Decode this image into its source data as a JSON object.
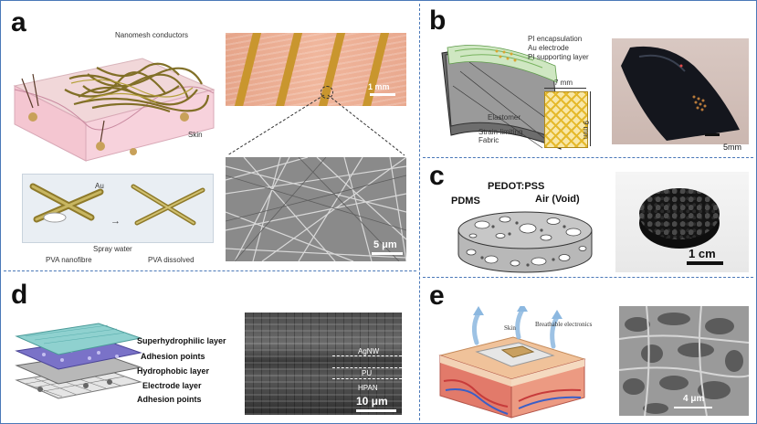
{
  "panels": {
    "a": {
      "letter": "a",
      "labels": {
        "nanomesh": "Nanomesh conductors",
        "skin": "Skin",
        "au": "Au",
        "pva_nanofibre": "PVA nanofibre",
        "spray_water": "Spray water",
        "pva_dissolved": "PVA dissolved"
      },
      "scale_top": "1 mm",
      "scale_bottom": "5 μm"
    },
    "b": {
      "letter": "b",
      "labels": {
        "pi_encapsulation": "PI encapsulation",
        "au_electrode": "Au electrode",
        "pi_supporting": "PI supporting layer",
        "elastomer": "Elastomer",
        "strain_limiting": "Strain-limiting",
        "fabric": "Fabric",
        "width": "7 mm",
        "height": "9 mm"
      },
      "scale": "5mm"
    },
    "c": {
      "letter": "c",
      "labels": {
        "pdms": "PDMS",
        "pedot": "PEDOT:PSS",
        "air": "Air (Void)"
      },
      "scale": "1 cm"
    },
    "d": {
      "letter": "d",
      "labels": {
        "superhydrophilic": "Superhydrophilic layer",
        "adhesion1": "Adhesion points",
        "hydrophobic": "Hydrophobic layer",
        "electrode": "Electrode layer",
        "adhesion2": "Adhesion points",
        "agnw": "AgNW",
        "pu": "PU",
        "hpan": "HPAN"
      },
      "scale": "10 μm"
    },
    "e": {
      "letter": "e",
      "labels": {
        "skin": "Skin",
        "breathable": "Breathable electronics"
      },
      "scale": "4 μm"
    }
  }
}
